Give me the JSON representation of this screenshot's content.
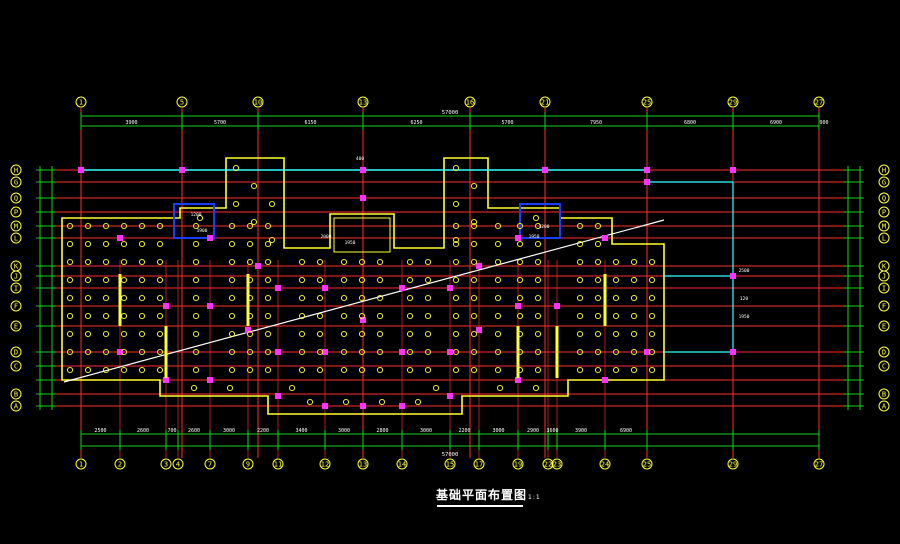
{
  "drawing": {
    "title": "基础平面布置图",
    "scale": "1:1",
    "colors": {
      "background": "#000000",
      "grid_line": "#ff2b2b",
      "dim_line": "#18d018",
      "axis_text": "#ffff40",
      "wall": "#ffff33",
      "column": "#ff33ff",
      "text": "#ffffff",
      "blue": "#1a3cff",
      "cyan": "#33ffff"
    }
  },
  "top_axes": [
    "1",
    "5",
    "10",
    "13",
    "16",
    "21",
    "25",
    "29",
    "27"
  ],
  "bottom_axes": [
    "1",
    "2",
    "3",
    "4",
    "7",
    "9",
    "11",
    "12",
    "13",
    "14",
    "15",
    "17",
    "19",
    "22",
    "23",
    "24",
    "25",
    "29",
    "27"
  ],
  "left_axes": [
    "H",
    "G",
    "Q",
    "P",
    "M",
    "L",
    "K",
    "J",
    "I",
    "F",
    "E",
    "D",
    "C",
    "B",
    "A"
  ],
  "top_dims": {
    "total": "57000",
    "segments": [
      "3900",
      "5700",
      "6150",
      "6250",
      "5700",
      "7950",
      "6800",
      "6900",
      "900"
    ]
  },
  "bottom_dims": {
    "total": "57000",
    "segments": [
      "2500",
      "2600",
      "700",
      "2600",
      "3000",
      "2200",
      "3400",
      "3000",
      "2800",
      "3000",
      "2200",
      "3000",
      "2900",
      "3600",
      "3900",
      "6900"
    ]
  },
  "annotations": [
    "1200",
    "1900",
    "1950",
    "2000",
    "400",
    "1200",
    "1950",
    "2500",
    "120",
    "1950"
  ]
}
